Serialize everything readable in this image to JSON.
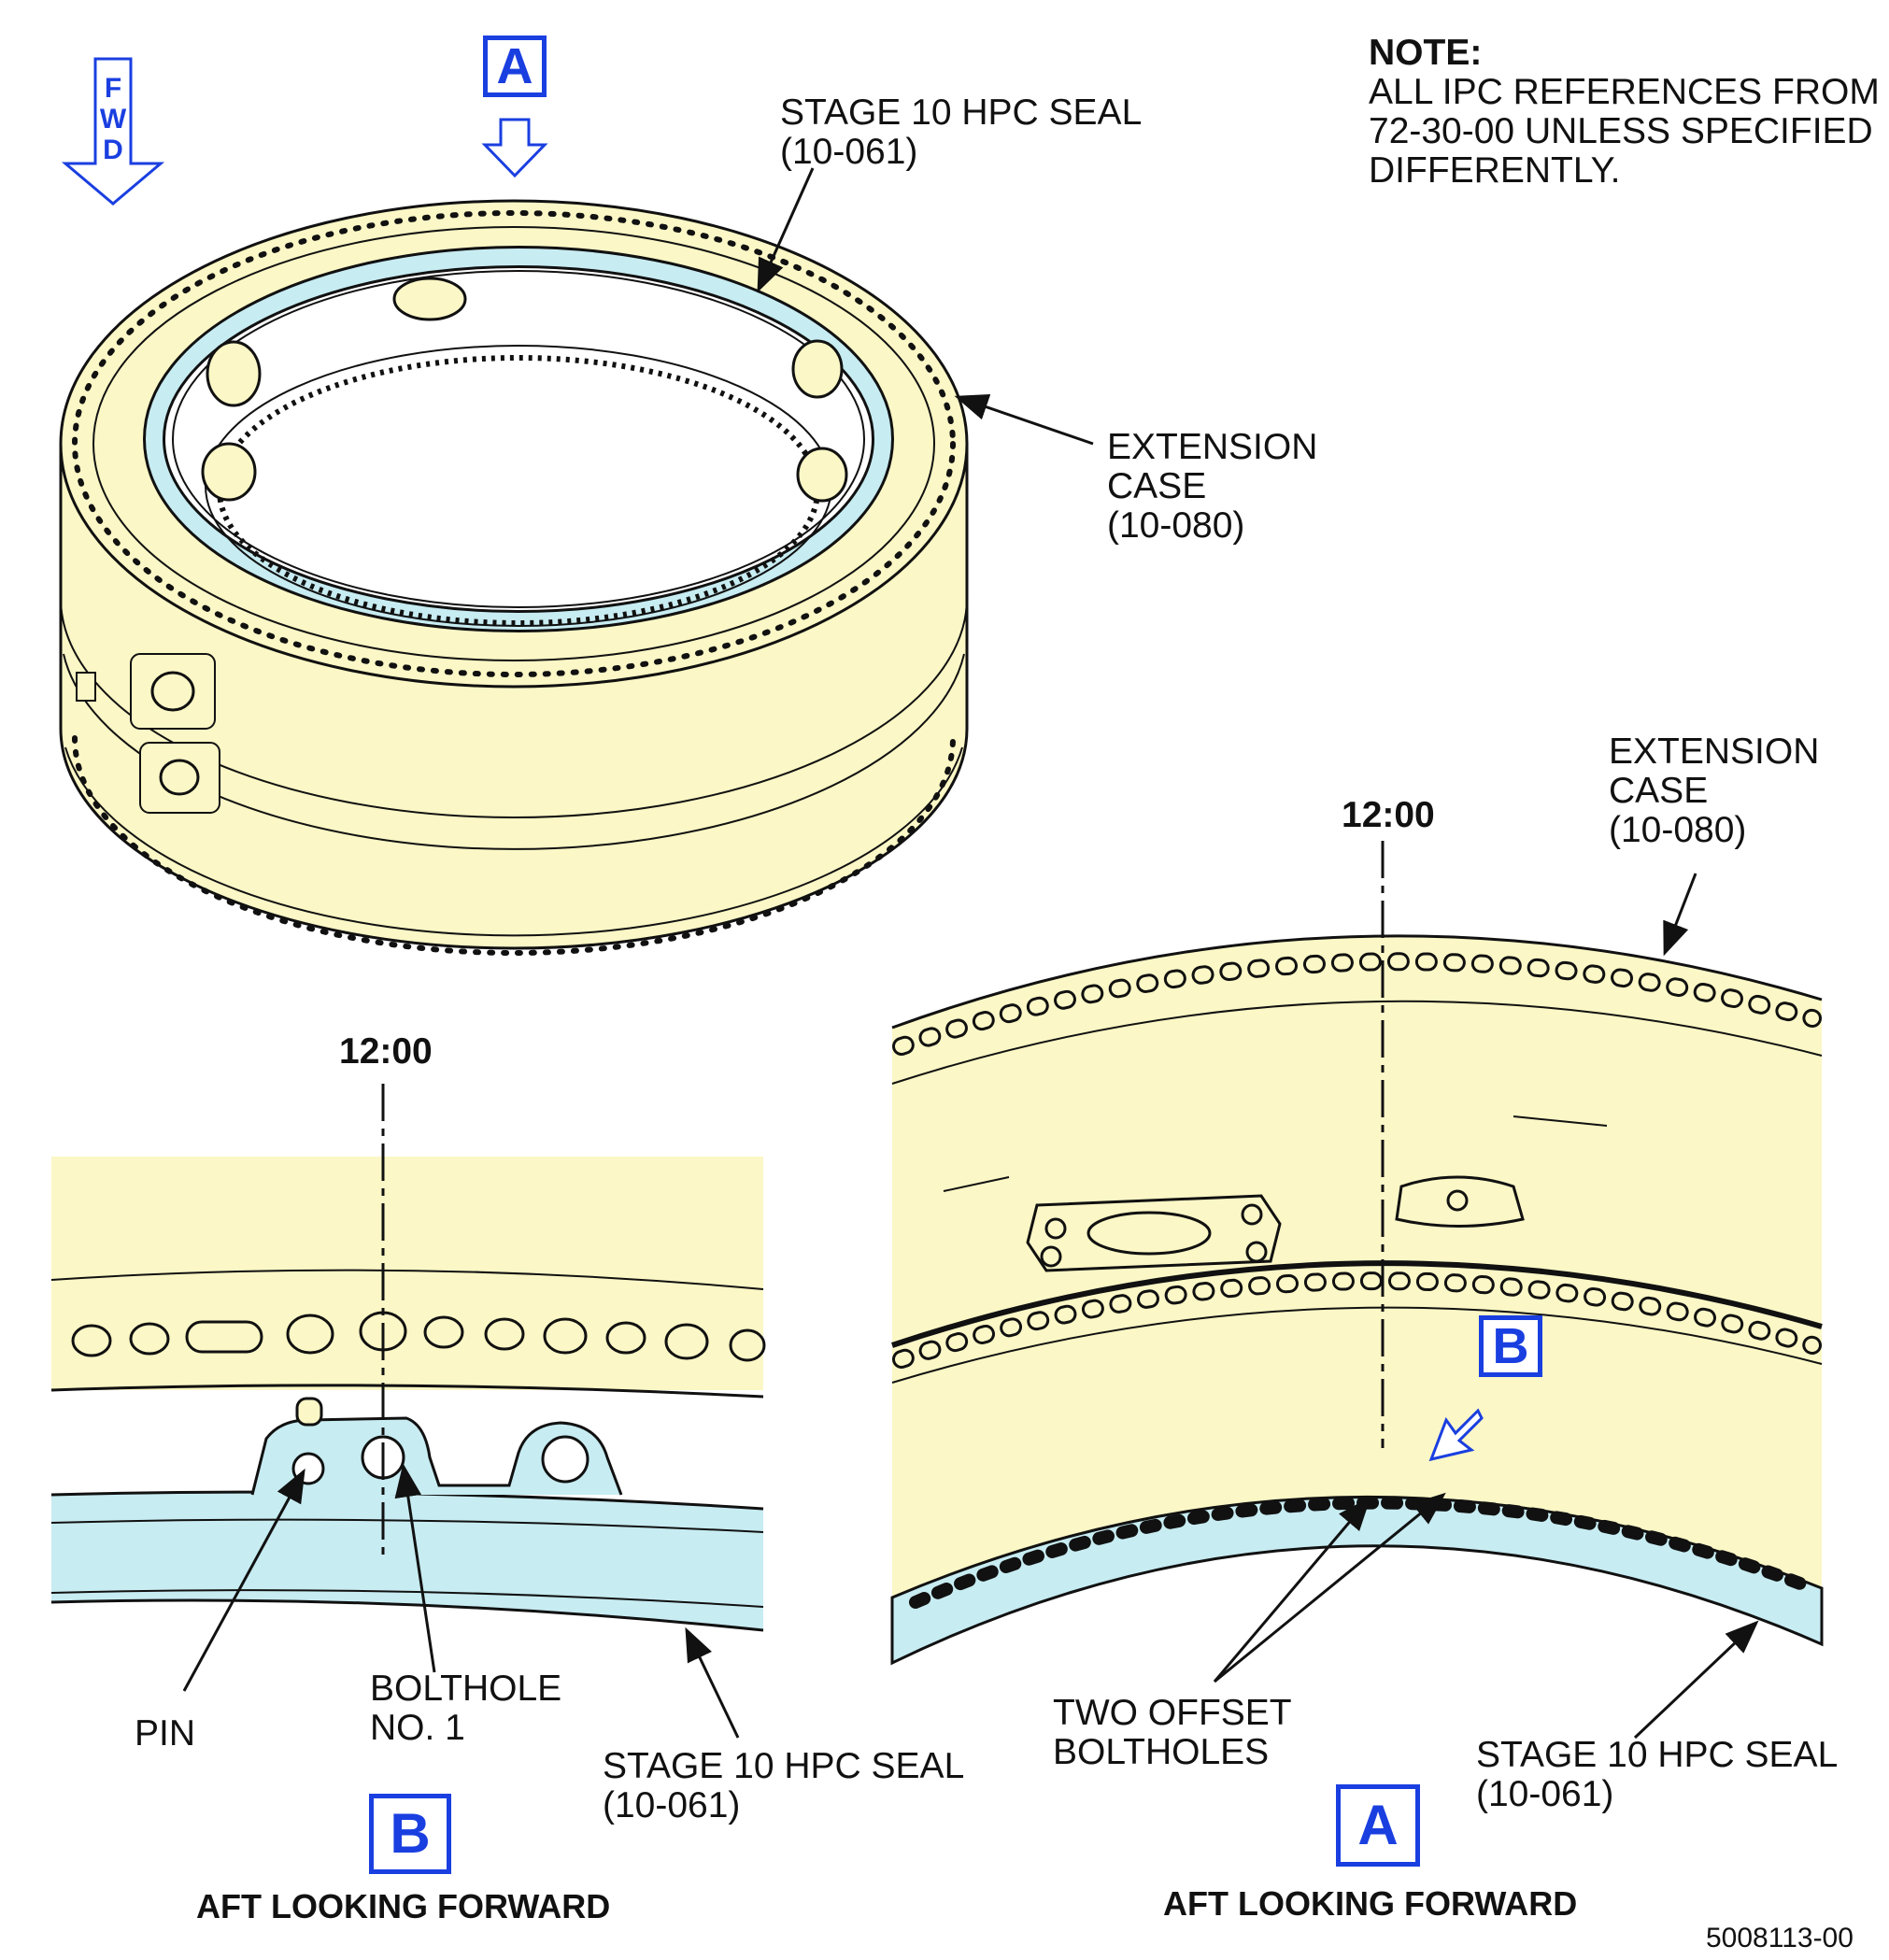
{
  "view_labels": {
    "a_top": "A",
    "a_bottom": "A",
    "b_detail": "B",
    "b_bottom": "B"
  },
  "fwd": [
    "F",
    "W",
    "D"
  ],
  "note": {
    "heading": "NOTE:",
    "lines": [
      "ALL IPC REFERENCES FROM",
      "72-30-00 UNLESS SPECIFIED",
      "DIFFERENTLY."
    ]
  },
  "callouts": {
    "seal_top": [
      "STAGE 10 HPC SEAL",
      "(10-061)"
    ],
    "case_top": [
      "EXTENSION",
      "CASE",
      "(10-080)"
    ],
    "case_right": [
      "EXTENSION",
      "CASE",
      "(10-080)"
    ],
    "clock_left": "12:00",
    "clock_right": "12:00",
    "pin": "PIN",
    "bolthole": [
      "BOLTHOLE",
      "NO. 1"
    ],
    "seal_left": [
      "STAGE 10 HPC SEAL",
      "(10-061)"
    ],
    "offset_boltholes": [
      "TWO OFFSET",
      "BOLTHOLES"
    ],
    "seal_right": [
      "STAGE 10 HPC SEAL",
      "(10-061)"
    ]
  },
  "view_captions": {
    "left": "AFT LOOKING FORWARD",
    "right": "AFT LOOKING FORWARD"
  },
  "figure_number": "5008113-00",
  "colors": {
    "case_fill": "#fbf7c6",
    "seal_fill": "#c7ecf2",
    "accent": "#1a3fe0",
    "ink": "#111111"
  }
}
